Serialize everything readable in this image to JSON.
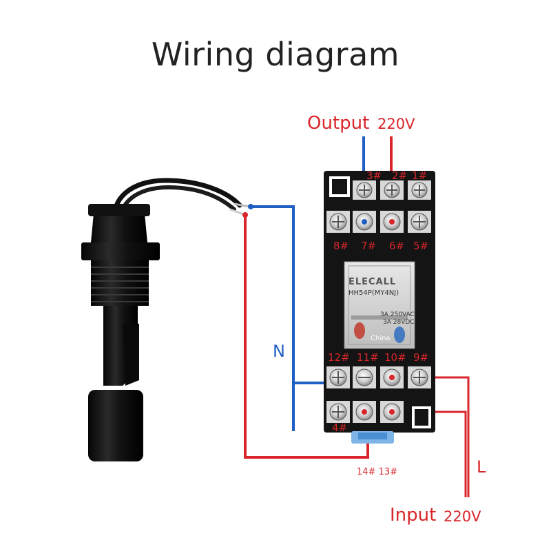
{
  "title": "Wiring diagram",
  "output": {
    "word": "Output",
    "voltage": "220V"
  },
  "input": {
    "word": "Input",
    "voltage": "220V"
  },
  "labels": {
    "neutral": "N",
    "live": "L"
  },
  "pins": {
    "p3": "3#",
    "p2": "2#",
    "p1": "1#",
    "p8": "8#",
    "p7": "7#",
    "p6": "6#",
    "p5": "5#",
    "p12": "12#",
    "p11": "11#",
    "p10": "10#",
    "p9": "9#",
    "p4": "4#",
    "p14_13": "14# 13#"
  },
  "relay": {
    "brand": "ELECALL",
    "model": "HH54P(MY4NJ)",
    "rating_ac": "3A 250VAC",
    "rating_dc": "3A 28VDC",
    "origin": "China"
  },
  "colors": {
    "live_wire": "#d9262b",
    "neutral_wire": "#1f5fc4",
    "socket_body": "#141414",
    "title_text": "#222222"
  }
}
